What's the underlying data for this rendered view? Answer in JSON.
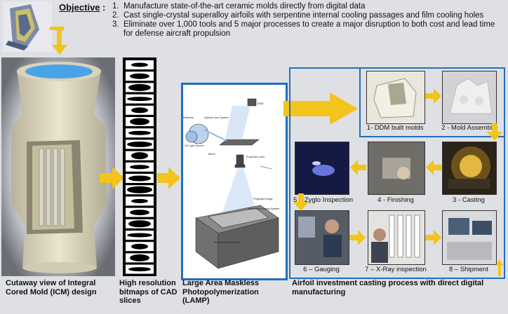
{
  "objective": {
    "label": "Objective",
    "colon": ":",
    "items": [
      {
        "num": "1.",
        "text": "Manufacture state-of-the-art ceramic molds directly from digital data"
      },
      {
        "num": "2.",
        "text": "Cast single-crystal superalloy airfoils with serpentine internal cooling passages and film cooling holes"
      },
      {
        "num": "3.",
        "text": "Eliminate over 1,000 tools and 5 major processes to create a major disruption to both cost and lead time for defense aircraft propulsion"
      }
    ]
  },
  "captions": {
    "icm": "Cutaway view of Integral Cored Mold (ICM) design",
    "bitmaps": "High resolution bitmaps of CAD slices",
    "lamp": "Large Area Maskless Photopolymerization (LAMP)",
    "casting": "Airfoil investment casting process with direct digital manufacturing"
  },
  "lamp_labels": {
    "dmd": "DMD",
    "reflector": "Reflector",
    "optical_lens": "Optical Lens System",
    "uv_source": "UV Light Source",
    "mirror": "Mirror",
    "projection_lens": "Projection Lens",
    "projected_image": "Projected Image",
    "material_recoating": "Material Recoating System",
    "build_platform": "Material Build Platform"
  },
  "steps": [
    {
      "label": "1- DDM built molds"
    },
    {
      "label": "2 - Mold Assembly"
    },
    {
      "label": "3 - Casting"
    },
    {
      "label": "4 - Finishing"
    },
    {
      "label": "5 – Zyglo Inspection"
    },
    {
      "label": "6 – Gauging"
    },
    {
      "label": "7 – X-Ray inspection"
    },
    {
      "label": "8 – Shipment"
    }
  ],
  "colors": {
    "arrow": "#f2c41c",
    "frame": "#1f6fbf"
  }
}
